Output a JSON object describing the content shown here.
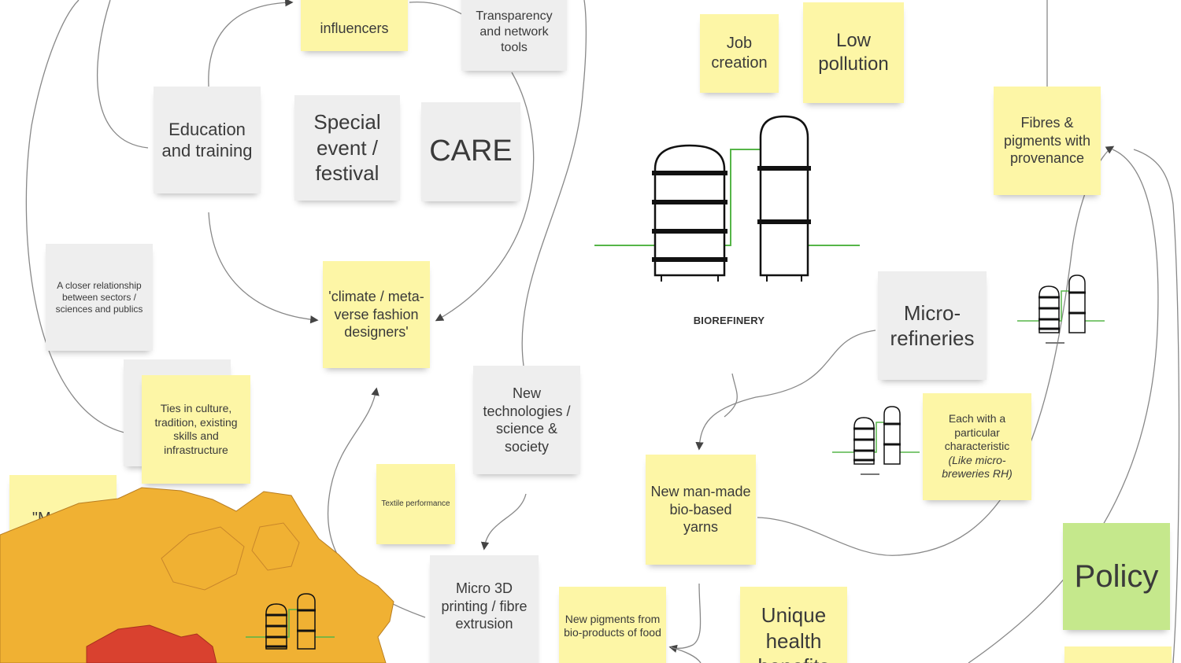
{
  "notes": {
    "influencers": "influencers",
    "transparency": "Transparency and network tools",
    "job_creation": "Job creation",
    "low_pollution": "Low pollution",
    "fibres_pigments": "Fibres & pigments with provenance",
    "education": "Education and training",
    "special_event": "Special event / festival",
    "care": "CARE",
    "closer_relationship": "A closer relationship between sectors / sciences and publics",
    "climate_designers": "'climate / meta-verse fashion designers'",
    "micro_refineries": "Micro-refineries",
    "ties_culture": "Ties in culture, tradition, existing skills and infrastructure",
    "new_technologies": "New technologies / science & society",
    "each_with": "Each with a particular characteristic",
    "each_with_italic": "(Like micro-breweries RH)",
    "made_in_campania": "\"Made in Campania\"",
    "textile_performance": "Textile performance",
    "new_yarns": "New man-made bio-based yarns",
    "policy": "Policy",
    "micro_3d": "Micro 3D printing / fibre extrusion",
    "new_pigments": "New pigments from bio-products of food",
    "unique_health": "Unique health benefits"
  },
  "labels": {
    "biorefinery": "BIOREFINERY"
  },
  "colors": {
    "sticky_yellow": "#fdf6a6",
    "sticky_grey": "#eeeeee",
    "sticky_green": "#c5e88c",
    "map_orange": "#f0b133",
    "map_red": "#d9412f",
    "pipe_green": "#56b548"
  },
  "icons": [
    "biorefinery-icon",
    "micro-refinery-icon",
    "campania-map"
  ]
}
